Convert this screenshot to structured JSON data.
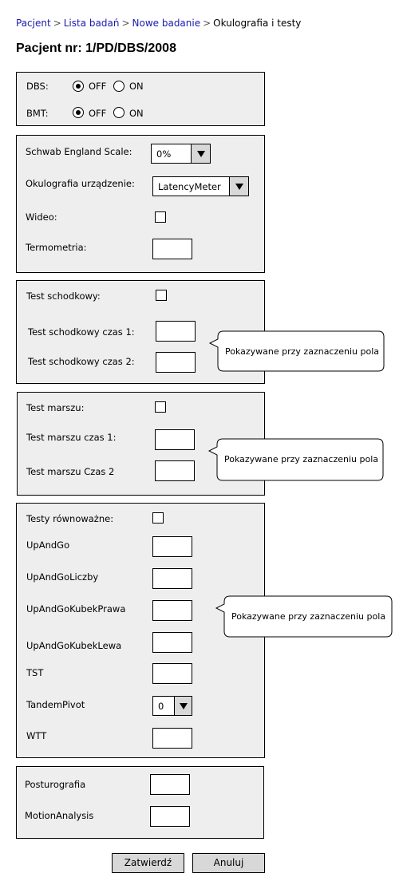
{
  "breadcrumb": {
    "items": [
      "Pacjent",
      "Lista badań",
      "Nowe badanie",
      "Okulografia i testy"
    ],
    "separator": ">"
  },
  "page_title": "Pacjent nr: 1/PD/DBS/2008",
  "dbs_panel": {
    "dbs": {
      "label": "DBS:",
      "off_label": "OFF",
      "on_label": "ON",
      "selected": "OFF"
    },
    "bmt": {
      "label": "BMT:",
      "off_label": "OFF",
      "on_label": "ON",
      "selected": "OFF"
    }
  },
  "general_panel": {
    "schwab_label": "Schwab England Scale:",
    "schwab_value": "0%",
    "okulografia_label": "Okulografia urządzenie:",
    "okulografia_value": "LatencyMeter",
    "wideo_label": "Wideo:",
    "termometria_label": "Termometria:"
  },
  "stair_panel": {
    "test_label": "Test schodkowy:",
    "time1_label": "Test schodkowy czas 1:",
    "time2_label": "Test schodkowy czas 2:",
    "callout": "Pokazywane przy zaznaczeniu pola"
  },
  "march_panel": {
    "test_label": "Test marszu:",
    "time1_label": "Test marszu czas 1:",
    "time2_label": "Test marszu Czas 2",
    "callout": "Pokazywane przy zaznaczeniu pola"
  },
  "balance_panel": {
    "test_label": "Testy równoważne:",
    "upandgo_label": "UpAndGo",
    "upandgo_liczby_label": "UpAndGoLiczby",
    "upandgo_kubek_prawa_label": "UpAndGoKubekPrawa",
    "upandgo_kubek_lewa_label": "UpAndGoKubekLewa",
    "tst_label": "TST",
    "tandem_pivot_label": "TandemPivot",
    "tandem_pivot_value": "0",
    "wtt_label": "WTT",
    "callout": "Pokazywane przy zaznaczeniu pola"
  },
  "posture_panel": {
    "posturografia_label": "Posturografia",
    "motion_label": "MotionAnalysis"
  },
  "actions": {
    "submit_label": "Zatwierdź",
    "cancel_label": "Anuluj"
  }
}
